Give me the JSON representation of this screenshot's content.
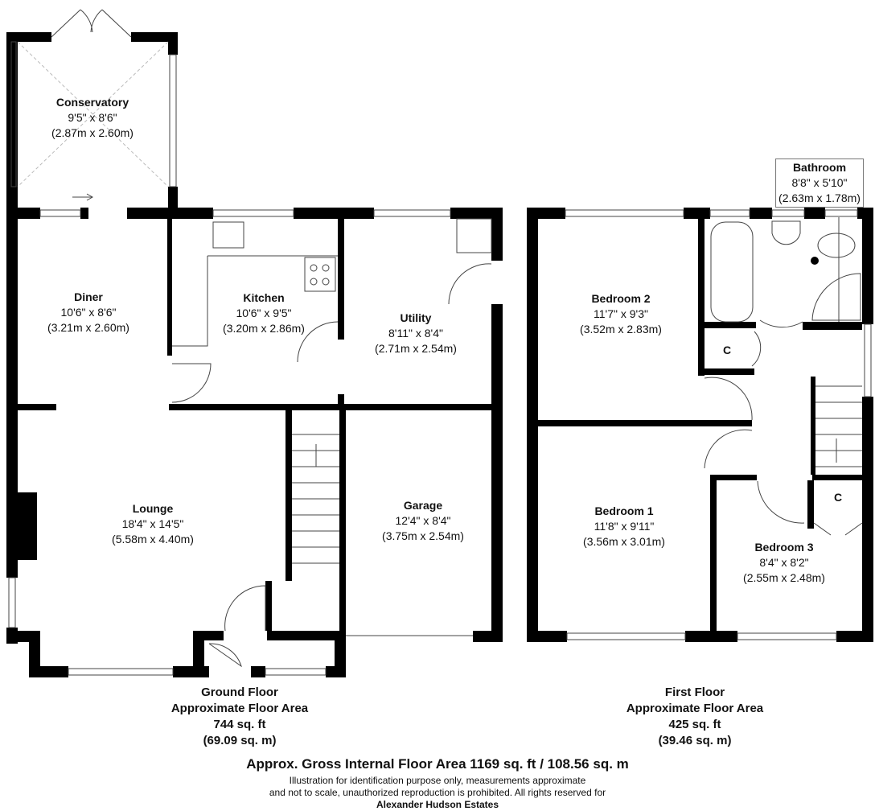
{
  "rooms": {
    "conservatory": {
      "name": "Conservatory",
      "imperial": "9'5\" x 8'6\"",
      "metric": "(2.87m x 2.60m)"
    },
    "diner": {
      "name": "Diner",
      "imperial": "10'6\" x 8'6\"",
      "metric": "(3.21m x 2.60m)"
    },
    "kitchen": {
      "name": "Kitchen",
      "imperial": "10'6\" x 9'5\"",
      "metric": "(3.20m x 2.86m)"
    },
    "utility": {
      "name": "Utility",
      "imperial": "8'11\" x 8'4\"",
      "metric": "(2.71m x 2.54m)"
    },
    "lounge": {
      "name": "Lounge",
      "imperial": "18'4\" x 14'5\"",
      "metric": "(5.58m x 4.40m)"
    },
    "garage": {
      "name": "Garage",
      "imperial": "12'4\" x 8'4\"",
      "metric": "(3.75m x 2.54m)"
    },
    "bathroom": {
      "name": "Bathroom",
      "imperial": "8'8\" x 5'10\"",
      "metric": "(2.63m x 1.78m)"
    },
    "bedroom2": {
      "name": "Bedroom 2",
      "imperial": "11'7\" x 9'3\"",
      "metric": "(3.52m x 2.83m)"
    },
    "bedroom1": {
      "name": "Bedroom 1",
      "imperial": "11'8\" x 9'11\"",
      "metric": "(3.56m x 3.01m)"
    },
    "bedroom3": {
      "name": "Bedroom 3",
      "imperial": "8'4\" x 8'2\"",
      "metric": "(2.55m x 2.48m)"
    }
  },
  "cupboard_label": "C",
  "ground_floor": {
    "title": "Ground Floor",
    "subtitle": "Approximate Floor Area",
    "sqft": "744 sq. ft",
    "sqm": "(69.09 sq. m)"
  },
  "first_floor": {
    "title": "First Floor",
    "subtitle": "Approximate Floor Area",
    "sqft": "425 sq. ft",
    "sqm": "(39.46 sq. m)"
  },
  "gross_area": "Approx. Gross Internal Floor Area 1169 sq. ft / 108.56 sq. m",
  "disclaimer": {
    "line1": "Illustration for identification purpose only, measurements approximate",
    "line2": "and not to scale, unauthorized reproduction is prohibited. All rights reserved for",
    "agent": "Alexander Hudson Estates"
  }
}
